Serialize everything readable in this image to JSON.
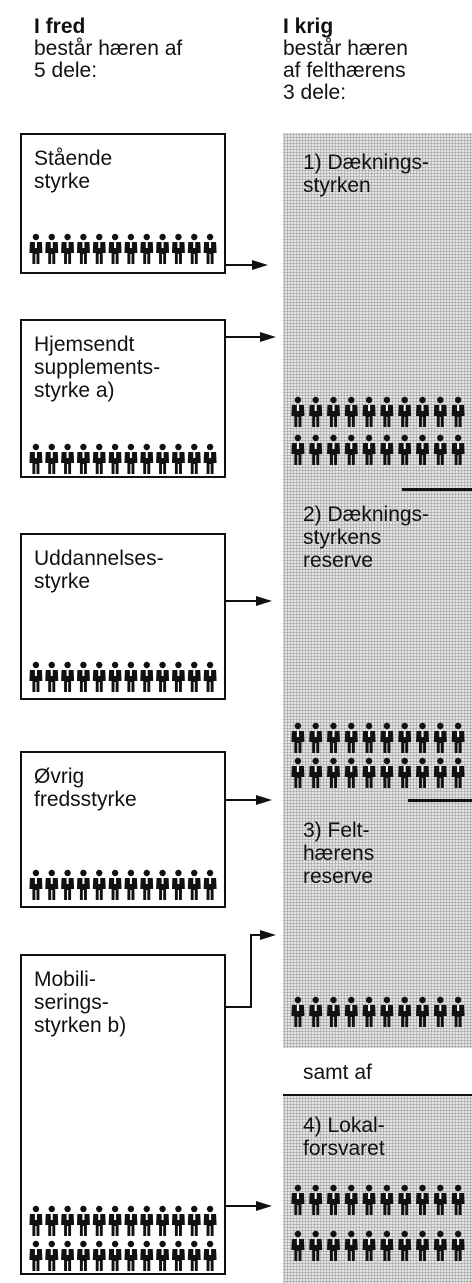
{
  "header_peace": {
    "bold": "I fred",
    "line1": "består hæren af",
    "line2": "5 dele:"
  },
  "header_war": {
    "bold": "I krig",
    "line1": "består hæren",
    "line2": "af felthærens",
    "line3": "3 dele:"
  },
  "peace_parts": [
    {
      "label": "Stående\nstyrke"
    },
    {
      "label": "Hjemsendt\nsupplements-\nstyrke a)"
    },
    {
      "label": "Uddannelses-\nstyrke"
    },
    {
      "label": "Øvrig\nfredsstyrke"
    },
    {
      "label": "Mobili-\nserings-\nstyrken b)"
    }
  ],
  "war_parts": [
    {
      "label": "1) Dæknings-\nstyrken"
    },
    {
      "label": "2) Dæknings-\nstyrkens\nreserve"
    },
    {
      "label": "3) Felt-\nhærens\nreserve"
    },
    {
      "label": "4) Lokal-\nforsvaret"
    }
  ],
  "samt_af": "samt af",
  "icons": {
    "soldier": "soldier-icon"
  },
  "colors": {
    "shade": "#cfcfcf",
    "ink": "#111111"
  }
}
